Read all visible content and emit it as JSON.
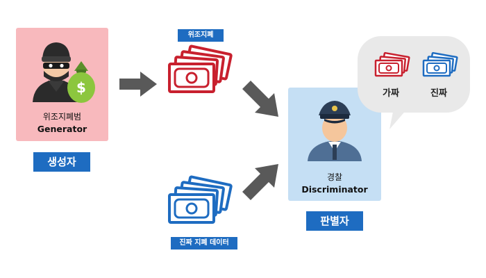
{
  "generator": {
    "label_ko": "위조지폐범",
    "label_en": "Generator",
    "role_badge": "생성자"
  },
  "discriminator": {
    "label_ko": "경찰",
    "label_en": "Discriminator",
    "role_badge": "판별자"
  },
  "fake_bills": {
    "tag": "위조지폐",
    "color": "#c8202e"
  },
  "real_bills": {
    "tag": "진짜 지폐 데이터",
    "color": "#1e6cc1"
  },
  "bubble": {
    "fake_label": "가짜",
    "real_label": "진짜"
  },
  "money_bag_symbol": "$",
  "colors": {
    "generator_card": "#f8b9bd",
    "discriminator_card": "#c5dff4",
    "badge": "#1e6cc1",
    "arrow": "#595959",
    "bubble": "#e9e9e9"
  }
}
